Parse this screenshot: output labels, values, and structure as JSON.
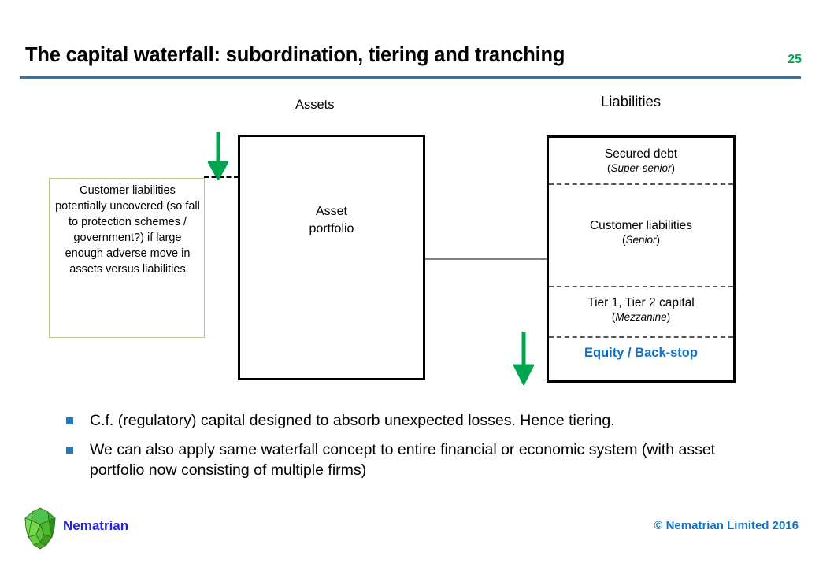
{
  "header": {
    "title": "The capital waterfall: subordination, tiering and tranching",
    "page_number": "25",
    "rule_color": "#2e75b6",
    "page_number_color": "#00a550"
  },
  "diagram": {
    "assets_label": "Assets",
    "liabilities_label": "Liabilities",
    "asset_box": {
      "text": "Asset\nportfolio"
    },
    "callout": {
      "text": "Customer liabilities potentially uncovered (so fall to protection schemes / government?) if large enough adverse move in assets versus liabilities",
      "border_color": "#b5c98e"
    },
    "liability_tranches": [
      {
        "name": "Secured debt",
        "rank": "Super-senior",
        "color": "#000000"
      },
      {
        "name": "Customer liabilities",
        "rank": "Senior",
        "color": "#000000"
      },
      {
        "name": "Tier 1, Tier 2 capital",
        "rank": "Mezzanine",
        "color": "#000000"
      },
      {
        "name": "Equity / Back-stop",
        "rank": "",
        "color": "#1072c6"
      }
    ],
    "arrow_color": "#00a550",
    "arrows": [
      {
        "name": "assets-down-arrow"
      },
      {
        "name": "liabilities-down-arrow"
      }
    ]
  },
  "bullets": [
    "C.f. (regulatory) capital designed to absorb unexpected losses. Hence tiering.",
    "We can also apply same waterfall concept to entire financial or economic system (with asset portfolio now consisting of multiple firms)"
  ],
  "footer": {
    "brand": "Nematrian",
    "brand_color": "#2222dd",
    "copyright": "© Nematrian Limited 2016",
    "copyright_color": "#1072c6",
    "logo_icon": "green-polyhedron-logo-icon"
  }
}
